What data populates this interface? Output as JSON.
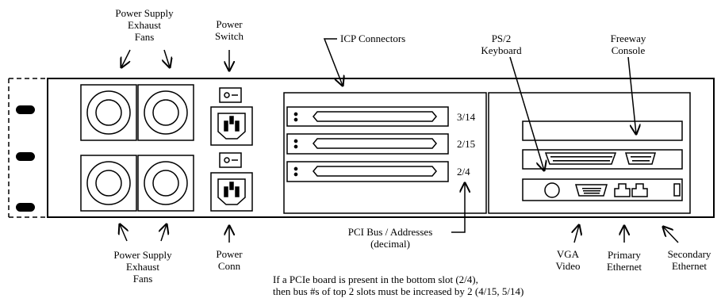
{
  "labels": {
    "fans_top_1": "Power Supply",
    "fans_top_2": "Exhaust",
    "fans_top_3": "Fans",
    "switch_1": "Power",
    "switch_2": "Switch",
    "icp": "ICP Connectors",
    "ps2_1": "PS/2",
    "ps2_2": "Keyboard",
    "freeway_1": "Freeway",
    "freeway_2": "Console",
    "slot_top": "3/14",
    "slot_mid": "2/15",
    "slot_bot": "2/4",
    "fans_bot_1": "Power Supply",
    "fans_bot_2": "Exhaust",
    "fans_bot_3": "Fans",
    "conn_1": "Power",
    "conn_2": "Conn",
    "pci_1": "PCI Bus / Addresses",
    "pci_2": "(decimal)",
    "vga_1": "VGA",
    "vga_2": "Video",
    "primary_1": "Primary",
    "primary_2": "Ethernet",
    "secondary_1": "Secondary",
    "secondary_2": "Ethernet",
    "note_1": "If a PCIe board is present in the bottom slot (2/4),",
    "note_2": "then bus #s of top 2 slots must be increased by 2 (4/15, 5/14)"
  }
}
